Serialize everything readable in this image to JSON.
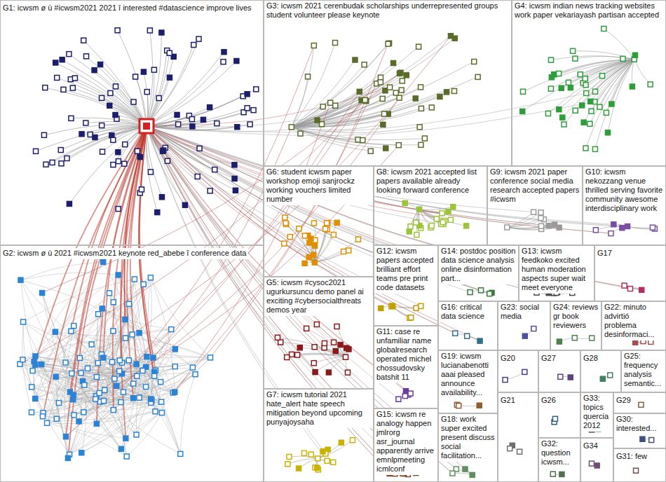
{
  "diagram": {
    "nodes": [
      {
        "text": [
          "G1: icwsm ø ù #icwsm2021 2021 î interested #datascience improve lives"
        ]
      },
      {
        "text": [
          "G2: icwsm ø ù 2021 #icwsm2021 keynote red_abebe î conference data"
        ]
      },
      {
        "text": [
          "G3: icwsm 2021 cerenbudak scholarships underrepresented groups student volunteer please keynote"
        ]
      },
      {
        "text": [
          "G4: icwsm indian news tracking websites work paper vekariayash partisan accepted"
        ]
      },
      {
        "text": [
          "G5: icwsm #cysoc2021 ugurkursuncu demo panel ai exciting #cybersocialthreats demos year"
        ]
      },
      {
        "text": [
          "G6: student icwsm paper workshop emoji sanjrockz working vouchers limited number"
        ]
      },
      {
        "text": [
          "G7: icwsm tutorial 2021 hate_alert hate speech mitigation beyond upcoming punyajoysaha"
        ]
      },
      {
        "text": [
          "G8: icwsm 2021 accepted list papers available already looking forward conference"
        ]
      },
      {
        "text": [
          "G9: icwsm 2021 paper conference social media research accepted papers #icwsm"
        ]
      },
      {
        "text": [
          "G10: icwsm nekozzang venue thrilled serving favorite community awesome interdisciplinary work"
        ]
      },
      {
        "text": [
          "G11: case re unfamiliar name globalresearch operated michel chossudovsky batshit 11"
        ]
      },
      {
        "text": [
          "G12: icwsm papers accepted brilliant effort teams pre print code datasets"
        ]
      },
      {
        "text": [
          "G13: icwsm feedkoko excited human moderation aspects super wait meet everyone"
        ]
      },
      {
        "text": [
          "G14: postdoc position data science analysis online disinformation part..."
        ]
      },
      {
        "text": [
          "G15: icwsm re analogy happen jmlrorg asr_journal apparently arrive emnlpmeeting icmlconf"
        ]
      },
      {
        "text": [
          "G16: critical data science"
        ]
      },
      {
        "text": [
          "G17"
        ]
      },
      {
        "text": [
          "G18: work super excited present discuss social facilitation..."
        ]
      },
      {
        "text": [
          "G19: icwsm lucianabenotti aaai pleased announce availability..."
        ]
      },
      {
        "text": [
          "G20"
        ]
      },
      {
        "text": [
          "G21"
        ]
      },
      {
        "text": [
          "G22: minuto advirtió problema desinformaci..."
        ]
      },
      {
        "text": [
          "G23: social media"
        ]
      },
      {
        "text": [
          "G24: reviews gr book reviewers"
        ]
      },
      {
        "text": [
          "G25: frequency analysis semantic..."
        ]
      },
      {
        "text": [
          "G26"
        ]
      },
      {
        "text": [
          "G27"
        ]
      },
      {
        "text": [
          "G28"
        ]
      },
      {
        "text": [
          "G29"
        ]
      },
      {
        "text": [
          "G30: interested..."
        ]
      },
      {
        "text": [
          "G31: few"
        ]
      },
      {
        "text": [
          "G32: question icwsm..."
        ]
      },
      {
        "text": [
          "G33: topics quercia 2012"
        ]
      },
      {
        "text": [
          "G34"
        ]
      }
    ]
  }
}
